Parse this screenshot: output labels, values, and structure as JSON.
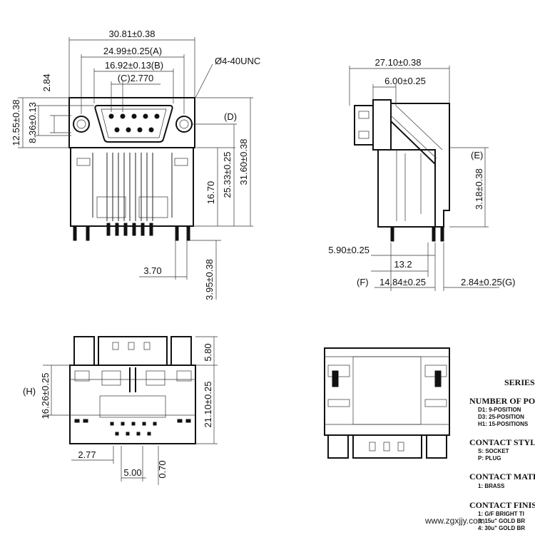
{
  "dims": {
    "overall_width": "30.81±0.38",
    "a": "24.99±0.25(A)",
    "b": "16.92±0.13(B)",
    "c": "(C)2.770",
    "thread": "4-40UNC",
    "h_8_36": "8.36±0.13",
    "h_2_84": "2.84",
    "h_12_55": "12.55±0.38",
    "d": "(D)",
    "h_16_70": "16.70",
    "h_25_33": "25.33±0.25",
    "h_31_60": "31.60±0.38",
    "w_3_70": "3.70",
    "h_3_95": "3.95±0.38",
    "side_27_10": "27.10±0.38",
    "side_6_00": "6.00±0.25",
    "e": "(E)",
    "side_3_18": "3.18±0.38",
    "side_5_90": "5.90±0.25",
    "side_13_2": "13.2",
    "f": "(F)",
    "side_14_84": "14.84±0.25",
    "g": "2.84±0.25(G)",
    "h": "(H)",
    "h_16_26": "16.26±0.25",
    "h_21_10": "21.10±0.25",
    "top_5_80": "5.80",
    "bottom_2_77": "2.77",
    "bottom_5_00": "5.00",
    "bottom_0_70": "0.70"
  },
  "legend": {
    "series": "SERIES",
    "positions_header": "NUMBER OF PO",
    "positions": [
      "D1: 9-POSITION",
      "D3: 25-POSITION",
      "H1: 15-POSITIONS"
    ],
    "style_header": "CONTACT STYLE",
    "styles": [
      "S: SOCKET",
      "P: PLUG"
    ],
    "material_header": "CONTACT MATE",
    "materials": [
      "1: BRASS"
    ],
    "finish_header": "CONTACT FINIS",
    "finishes": [
      "1: G/F BRIGHT TI",
      "3: 15u\" GOLD BR",
      "4: 30u\" GOLD BR"
    ]
  },
  "watermark": "www.zgxjjy.com"
}
